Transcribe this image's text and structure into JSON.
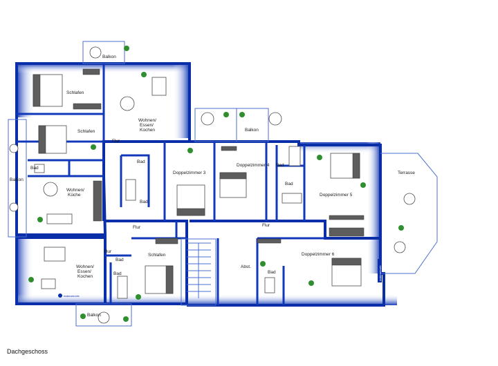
{
  "floor_caption": "Dachgeschoss",
  "logo_text": "makeumovie",
  "side_tag": "makeumovie",
  "rooms": {
    "balkon_top": "Balkon",
    "schlafen_top": "Schlafen",
    "wohnen_top_1": "Wohnen/",
    "wohnen_top_2": "Essen/",
    "wohnen_top_3": "Kochen",
    "schlafen_left": "Schlafen",
    "balkon_left": "Balkon",
    "flur_left": "Flur",
    "bad_left": "Bad",
    "wohnen_kueche_1": "Wohnen/",
    "wohnen_kueche_2": "Küche",
    "bad_mid_1": "Bad",
    "bad_mid_2": "Bad",
    "doppelzimmer_3": "Doppelzimmer 3",
    "balkon_mid": "Balkon",
    "doppelzimmer_4": "Doppelzimmer 4",
    "bad_dz4": "Bad",
    "bad_dz4_b": "Bad",
    "doppelzimmer_5": "Doppelzimmer 5",
    "terrasse": "Terrasse",
    "flur_mid": "Flur",
    "flur_right": "Flur",
    "flur_bottom": "Flur",
    "bad_bottom_1": "Bad",
    "bad_bottom_2": "Bad",
    "schlafen_bottom": "Schlafen",
    "wohnen_bottom_1": "Wohnen/",
    "wohnen_bottom_2": "Essen/",
    "wohnen_bottom_3": "Kochen",
    "abst": "Abst.",
    "bad_dz6": "Bad",
    "doppelzimmer_6": "Doppelzimmer 6",
    "balkon_bottom": "Balkon"
  }
}
